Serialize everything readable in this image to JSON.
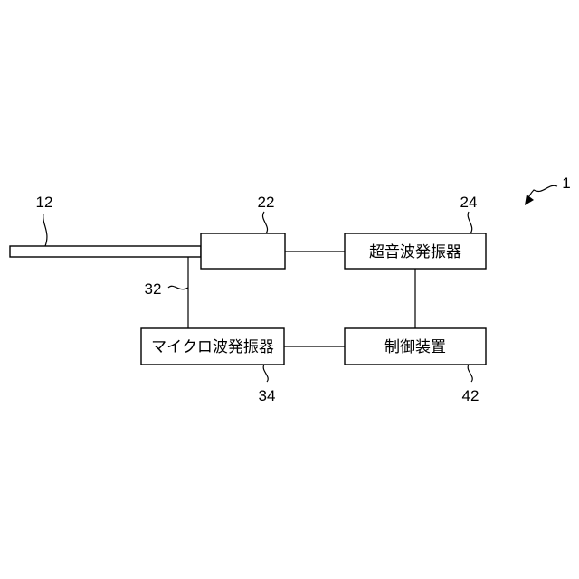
{
  "figure": {
    "ref_1": "1",
    "labels": {
      "rod": "12",
      "horn": "22",
      "ultrasonic_oscillator": "24",
      "microwave_line": "32",
      "microwave_oscillator": "34",
      "controller": "42"
    },
    "blocks": {
      "ultrasonic_oscillator": "超音波発振器",
      "microwave_oscillator": "マイクロ波発振器",
      "controller": "制御装置"
    }
  }
}
